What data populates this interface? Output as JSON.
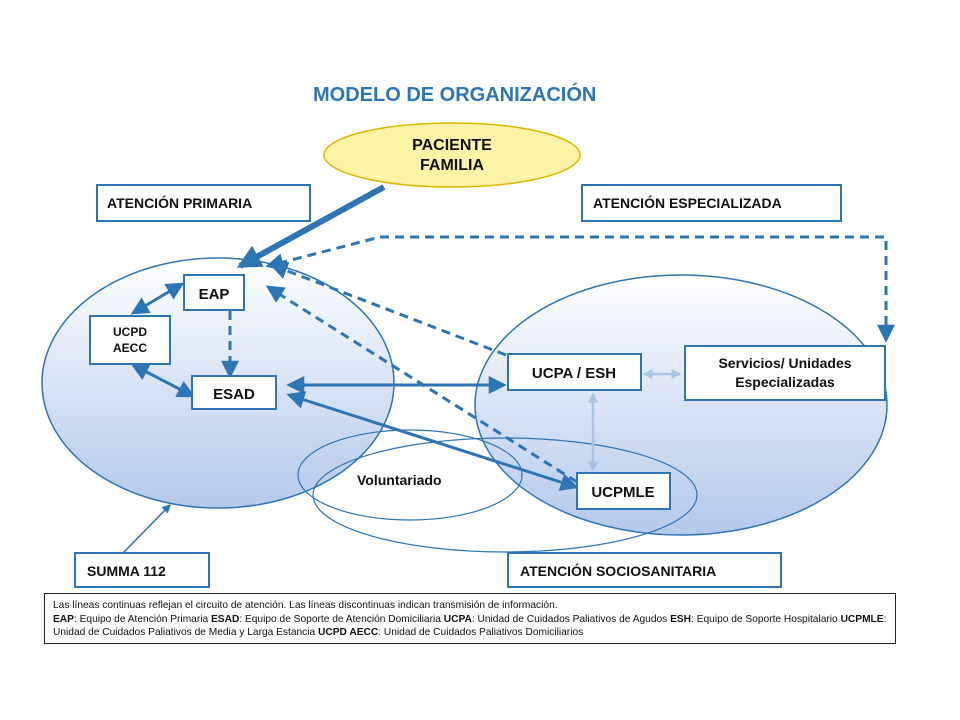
{
  "title": "MODELO DE ORGANIZACIÓN",
  "nodes": {
    "paciente_line1": "PACIENTE",
    "paciente_line2": "FAMILIA",
    "atencion_primaria": "ATENCIÓN PRIMARIA",
    "atencion_especializada": "ATENCIÓN ESPECIALIZADA",
    "eap": "EAP",
    "ucpd_line1": "UCPD",
    "ucpd_line2": "AECC",
    "esad": "ESAD",
    "ucpa_esh": "UCPA / ESH",
    "servicios_line1": "Servicios/ Unidades",
    "servicios_line2": "Especializadas",
    "voluntariado": "Voluntariado",
    "ucpmle": "UCPMLE",
    "summa": "SUMMA 112",
    "atencion_sociosanitaria": "ATENCIÓN SOCIOSANITARIA"
  },
  "legend": {
    "intro": "Las líneas continuas reflejan el circuito de atención. Las líneas discontinuas indican transmisión de información.",
    "items": [
      {
        "abbr": "EAP",
        "desc": ": Equipo de Atención Primaria  "
      },
      {
        "abbr": "ESAD",
        "desc": ": Equipo de Soporte de Atención Domiciliaria "
      },
      {
        "abbr": "UCPA",
        "desc": ": Unidad de Cuidados Paliativos de Agudos "
      },
      {
        "abbr": "ESH",
        "desc": ": Equipo de Soporte Hospitalario "
      },
      {
        "abbr": "UCPMLE",
        "desc": ": Unidad de Cuidados Paliativos de Media y Larga Estancia "
      },
      {
        "abbr": "UCPD AECC",
        "desc": ": Unidad de Cuidados Paliativos Domiciliarios"
      }
    ]
  },
  "colors": {
    "accent": "#2e75b6",
    "ellipse_fill_top": "#ffffff",
    "ellipse_fill_bottom": "#b4c8ea",
    "paciente_fill": "#fdf3a6",
    "paciente_stroke": "#d9b800"
  }
}
